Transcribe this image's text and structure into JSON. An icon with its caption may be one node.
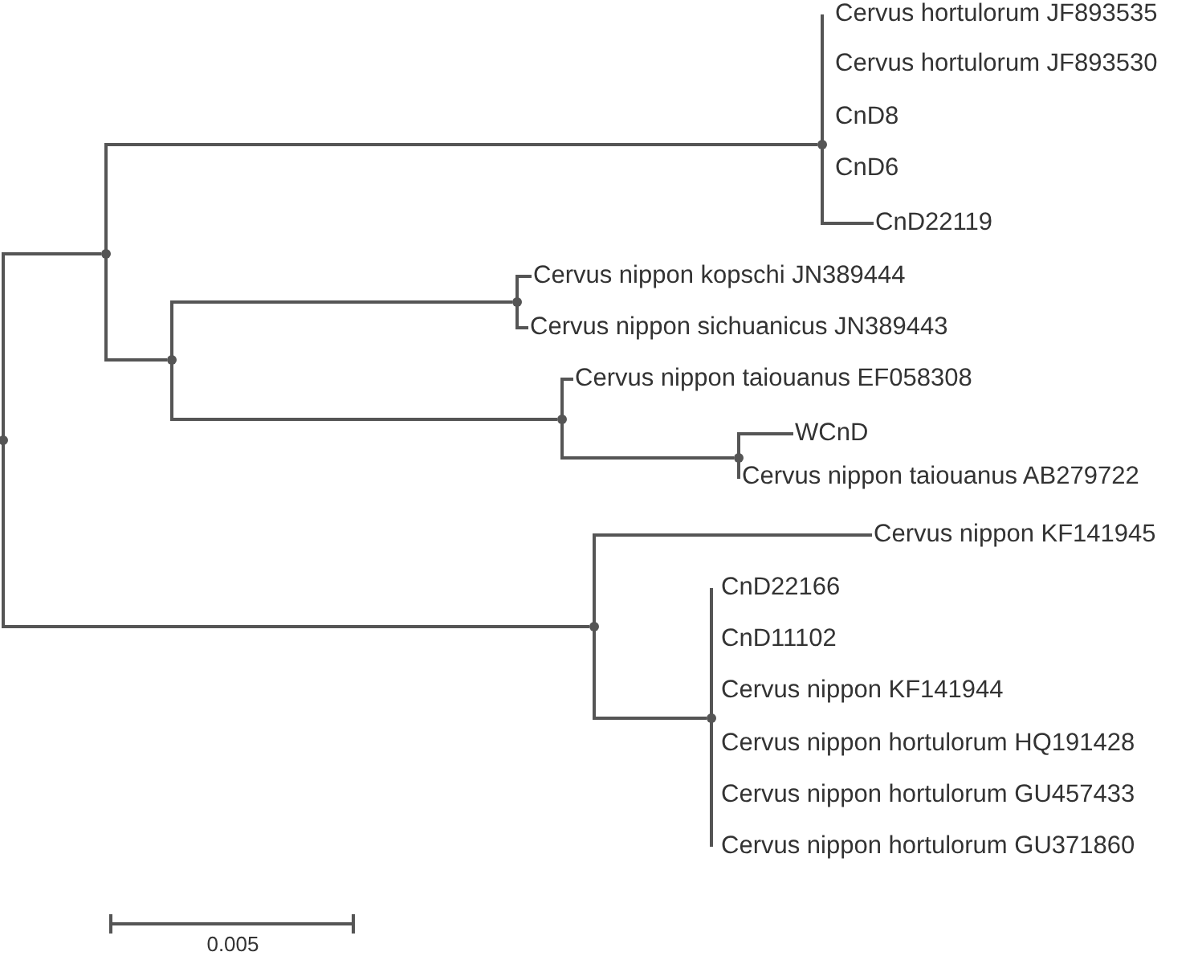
{
  "diagram": {
    "nodes": [
      {
        "text": [
          "Cervus hortulorum JF893535"
        ]
      },
      {
        "text": [
          "Cervus hortulorum JF893530"
        ]
      },
      {
        "text": [
          "CnD8"
        ]
      },
      {
        "text": [
          "CnD6"
        ]
      },
      {
        "text": [
          "CnD22119"
        ]
      },
      {
        "text": [
          "Cervus nippon kopschi JN389444"
        ]
      },
      {
        "text": [
          "Cervus nippon sichuanicus JN389443"
        ]
      },
      {
        "text": [
          "Cervus nippon taiouanus EF058308"
        ]
      },
      {
        "text": [
          "WCnD"
        ]
      },
      {
        "text": [
          "Cervus nippon taiouanus AB279722"
        ]
      },
      {
        "text": [
          "Cervus nippon KF141945"
        ]
      },
      {
        "text": [
          "CnD22166"
        ]
      },
      {
        "text": [
          "CnD11102"
        ]
      },
      {
        "text": [
          "Cervus nippon KF141944"
        ]
      },
      {
        "text": [
          "Cervus nippon hortulorum HQ191428"
        ]
      },
      {
        "text": [
          "Cervus nippon hortulorum GU457433"
        ]
      },
      {
        "text": [
          "Cervus nippon hortulorum GU371860"
        ]
      },
      {
        "text": [],
        "shape": "point"
      },
      {
        "text": [],
        "shape": "point"
      },
      {
        "text": [],
        "shape": "point"
      },
      {
        "text": [],
        "shape": "point"
      },
      {
        "text": [],
        "shape": "point"
      },
      {
        "text": [],
        "shape": "point"
      },
      {
        "text": [],
        "shape": "point"
      },
      {
        "text": [],
        "shape": "point"
      },
      {
        "text": [],
        "shape": "point"
      }
    ],
    "edges": [
      {
        "from": 17,
        "to": 18,
        "arrow": "none"
      },
      {
        "from": 17,
        "to": 22,
        "arrow": "none"
      },
      {
        "from": 18,
        "to": 25,
        "arrow": "none"
      },
      {
        "from": 18,
        "to": 19,
        "arrow": "none"
      },
      {
        "from": 25,
        "to": 0,
        "arrow": "none"
      },
      {
        "from": 25,
        "to": 1,
        "arrow": "none"
      },
      {
        "from": 25,
        "to": 2,
        "arrow": "none"
      },
      {
        "from": 25,
        "to": 3,
        "arrow": "none"
      },
      {
        "from": 25,
        "to": 4,
        "arrow": "none"
      },
      {
        "from": 19,
        "to": 20,
        "arrow": "none"
      },
      {
        "from": 19,
        "to": 21,
        "arrow": "none"
      },
      {
        "from": 20,
        "to": 5,
        "arrow": "none"
      },
      {
        "from": 20,
        "to": 6,
        "arrow": "none"
      },
      {
        "from": 21,
        "to": 7,
        "arrow": "none"
      },
      {
        "from": 21,
        "to": 24,
        "arrow": "none"
      },
      {
        "from": 24,
        "to": 8,
        "arrow": "none"
      },
      {
        "from": 24,
        "to": 9,
        "arrow": "none"
      },
      {
        "from": 22,
        "to": 10,
        "arrow": "none"
      },
      {
        "from": 22,
        "to": 23,
        "arrow": "none"
      },
      {
        "from": 23,
        "to": 11,
        "arrow": "none"
      },
      {
        "from": 23,
        "to": 12,
        "arrow": "none"
      },
      {
        "from": 23,
        "to": 13,
        "arrow": "none"
      },
      {
        "from": 23,
        "to": 14,
        "arrow": "none"
      },
      {
        "from": 23,
        "to": 15,
        "arrow": "none"
      },
      {
        "from": 23,
        "to": 16,
        "arrow": "none"
      }
    ],
    "labels": [
      "0.005"
    ]
  }
}
